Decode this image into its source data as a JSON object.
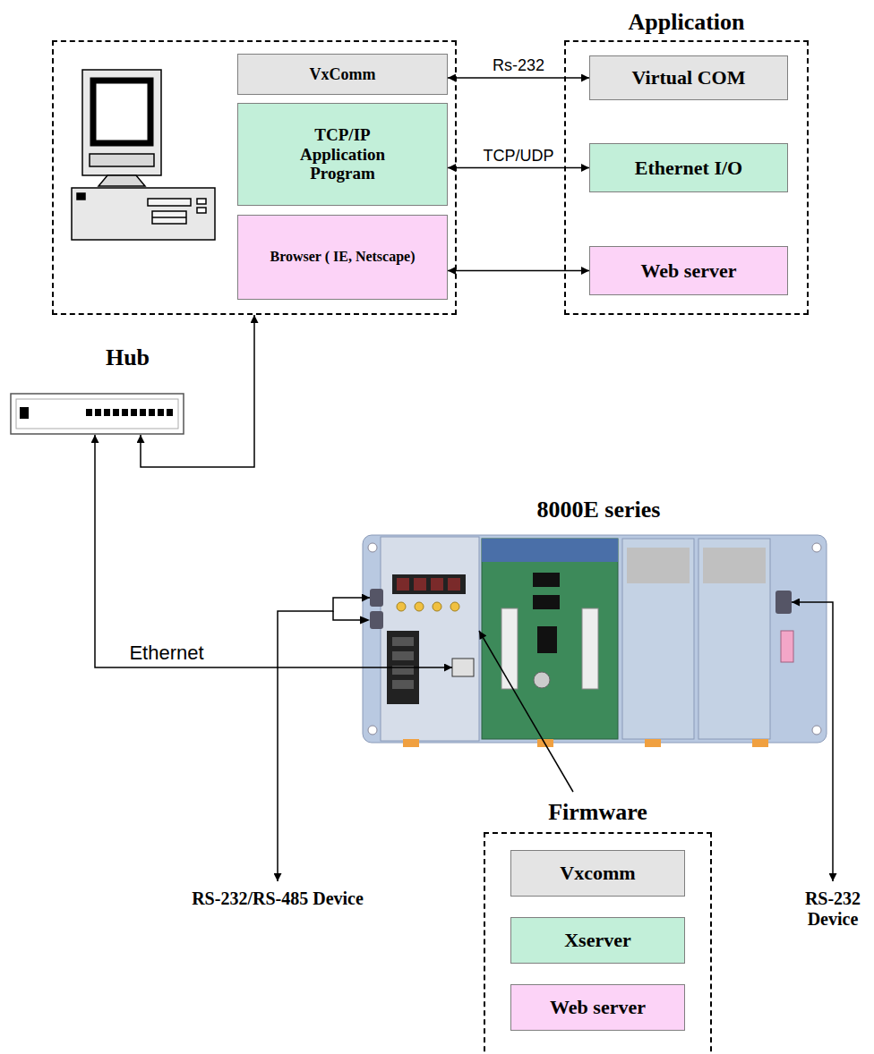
{
  "diagram": {
    "nodes": [
      {
        "text": []
      },
      {
        "text": [
          "VxComm"
        ],
        "in": 0
      },
      {
        "text": [
          "TCP/IP Application Program"
        ],
        "in": 0
      },
      {
        "text": [
          "Browser ( IE, Netscape)"
        ],
        "in": 0
      },
      {
        "text": [
          "Application"
        ]
      },
      {
        "text": [
          "Virtual COM"
        ],
        "in": 4
      },
      {
        "text": [
          "Ethernet I/O"
        ],
        "in": 4
      },
      {
        "text": [
          "Web server"
        ],
        "in": 4
      },
      {
        "text": [
          "Hub"
        ]
      },
      {
        "text": [
          "8000E series"
        ]
      },
      {
        "text": [
          "Firmware"
        ]
      },
      {
        "text": [
          "Vxcomm"
        ],
        "in": 10
      },
      {
        "text": [
          "Xserver"
        ],
        "in": 10
      },
      {
        "text": [
          "Web server"
        ],
        "in": 10
      },
      {
        "text": [
          "RS-232/RS-485 Device"
        ]
      },
      {
        "text": [
          "RS-232 Device"
        ]
      }
    ],
    "edges": [
      {
        "from": 1,
        "to": 5,
        "arrow": "both",
        "label": "Rs-232"
      },
      {
        "from": 2,
        "to": 6,
        "arrow": "both",
        "label": "TCP/UDP"
      },
      {
        "from": 3,
        "to": 7,
        "arrow": "both"
      },
      {
        "from": 8,
        "to": 0,
        "arrow": "both"
      },
      {
        "from": 8,
        "to": 9,
        "arrow": "both",
        "label": "Ethernet"
      },
      {
        "from": 10,
        "to": 9,
        "arrow": "to"
      },
      {
        "from": 9,
        "to": 14,
        "arrow": "both"
      },
      {
        "from": 9,
        "to": 15,
        "arrow": "both"
      }
    ]
  }
}
